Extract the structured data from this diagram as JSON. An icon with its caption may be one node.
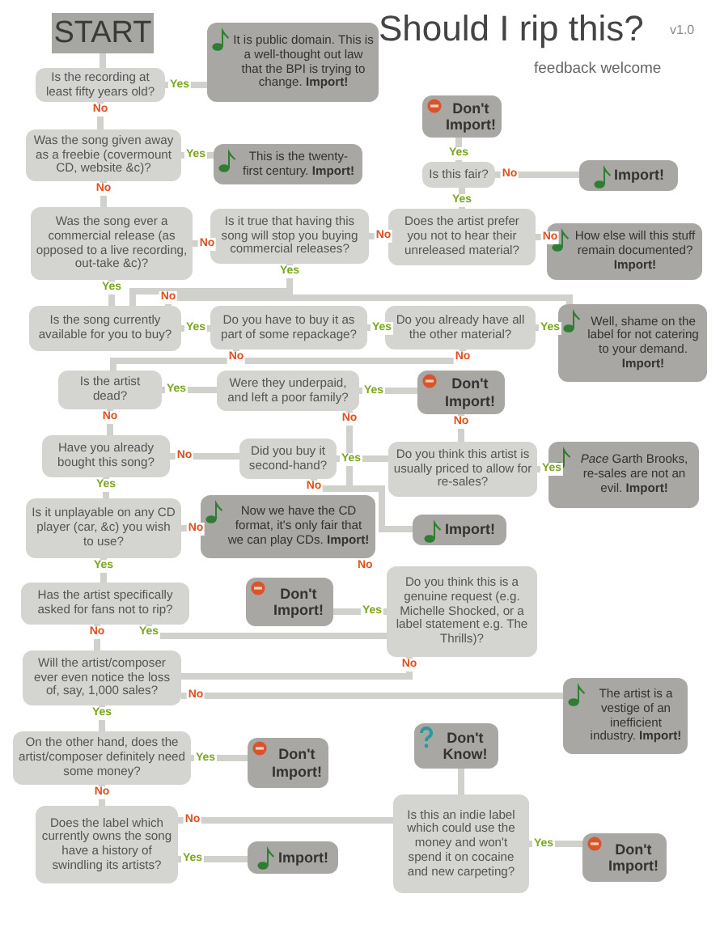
{
  "diagram": {
    "title": "Should I rip this?",
    "nodes": [
      {
        "text": [
          "START"
        ]
      },
      {
        "text": [
          "Is the recording at least fifty years old?"
        ]
      },
      {
        "text": [
          "It is public domain. This is a well-thought out law that the BPI is trying to change. **Import!**"
        ]
      },
      {
        "text": [
          "Was the song given away as a freebie (covermount CD, website &c)?"
        ]
      },
      {
        "text": [
          "This is the twenty-first century. **Import!**"
        ]
      },
      {
        "text": [
          "Was the song ever a commercial release (as opposed to a live recording, out-take &c)?"
        ]
      },
      {
        "text": [
          "Is it true that having this song will stop you buying commercial releases?"
        ]
      },
      {
        "text": [
          "Does the artist prefer you not to hear their unreleased material?"
        ]
      },
      {
        "text": [
          "Don't Import!"
        ]
      },
      {
        "text": [
          "Is this fair?"
        ]
      },
      {
        "text": [
          "Import!"
        ]
      },
      {
        "text": [
          "How else will this stuff remain documented? **Import!**"
        ]
      },
      {
        "text": [
          "Is the song currently available for you to buy?"
        ]
      },
      {
        "text": [
          "Do you have to buy it as part of some repackage?"
        ]
      },
      {
        "text": [
          "Do you already have all the other material?"
        ]
      },
      {
        "text": [
          "Well, shame on the label for not catering to your demand. **Import!**"
        ]
      },
      {
        "text": [
          "Is the artist dead?"
        ]
      },
      {
        "text": [
          "Were they underpaid, and left a poor family?"
        ]
      },
      {
        "text": [
          "Don't Import!"
        ]
      },
      {
        "text": [
          "Have you already bought this song?"
        ]
      },
      {
        "text": [
          "Did you buy it second-hand?"
        ]
      },
      {
        "text": [
          "Do you think this artist is usually priced to allow for re-sales?"
        ]
      },
      {
        "text": [
          "*Pace* Garth Brooks, re-sales are not an evil. **Import!**"
        ]
      },
      {
        "text": [
          "Is it unplayable on any CD player (car, &c) you wish to use?"
        ]
      },
      {
        "text": [
          "Now we have the CD format, it's only fair that we can play CDs. **Import!**"
        ]
      },
      {
        "text": [
          "Import!"
        ]
      },
      {
        "text": [
          "Has the artist specifically asked for fans not to rip?"
        ]
      },
      {
        "text": [
          "Don't Import!"
        ]
      },
      {
        "text": [
          "Do you think this is a genuine request (e.g. Michelle Shocked, or a label statement e.g. The Thrills)?"
        ]
      },
      {
        "text": [
          "Will the artist/composer ever even notice the loss of, say, 1,000 sales?"
        ]
      },
      {
        "text": [
          "The artist is a vestige of an inefficient industry. **Import!**"
        ]
      },
      {
        "text": [
          "On the other hand, does the artist/composer definitely need some money?"
        ]
      },
      {
        "text": [
          "Don't Import!"
        ]
      },
      {
        "text": [
          "Don't Know!"
        ]
      },
      {
        "text": [
          "Does the label which currently owns the song have a history of swindling its artists?"
        ]
      },
      {
        "text": [
          "Import!"
        ]
      },
      {
        "text": [
          "Is this an indie label which could use the money and won't spend it on cocaine and new carpeting?"
        ]
      },
      {
        "text": [
          "Don't Import!"
        ]
      }
    ],
    "edges": [
      {
        "from": 0,
        "to": 1,
        "arrow": "none"
      },
      {
        "from": 1,
        "to": 2,
        "arrow": "none",
        "label": "Yes"
      },
      {
        "from": 1,
        "to": 3,
        "arrow": "none",
        "label": "No"
      },
      {
        "from": 3,
        "to": 4,
        "arrow": "none",
        "label": "Yes"
      },
      {
        "from": 3,
        "to": 5,
        "arrow": "none",
        "label": "No"
      },
      {
        "from": 5,
        "to": 6,
        "arrow": "none",
        "label": "No"
      },
      {
        "from": 5,
        "to": 12,
        "arrow": "none",
        "label": "Yes"
      },
      {
        "from": 6,
        "to": 7,
        "arrow": "none",
        "label": "No"
      },
      {
        "from": 6,
        "to": 12,
        "arrow": "none",
        "label": "Yes"
      },
      {
        "from": 7,
        "to": 11,
        "arrow": "none",
        "label": "No"
      },
      {
        "from": 7,
        "to": 9,
        "arrow": "none",
        "label": "Yes"
      },
      {
        "from": 9,
        "to": 8,
        "arrow": "none",
        "label": "Yes"
      },
      {
        "from": 9,
        "to": 10,
        "arrow": "none",
        "label": "No"
      },
      {
        "from": 12,
        "to": 13,
        "arrow": "none",
        "label": "Yes"
      },
      {
        "from": 12,
        "to": 15,
        "arrow": "none",
        "label": "No"
      },
      {
        "from": 13,
        "to": 14,
        "arrow": "none",
        "label": "Yes"
      },
      {
        "from": 13,
        "to": 16,
        "arrow": "none",
        "label": "No"
      },
      {
        "from": 14,
        "to": 16,
        "arrow": "none",
        "label": "No"
      },
      {
        "from": 14,
        "to": 15,
        "arrow": "none",
        "label": "Yes"
      },
      {
        "from": 16,
        "to": 17,
        "arrow": "none",
        "label": "Yes"
      },
      {
        "from": 16,
        "to": 19,
        "arrow": "none",
        "label": "No"
      },
      {
        "from": 17,
        "to": 18,
        "arrow": "none",
        "label": "Yes"
      },
      {
        "from": 17,
        "to": 25,
        "arrow": "none",
        "label": "No"
      },
      {
        "from": 18,
        "to": 21,
        "arrow": "none",
        "label": "No"
      },
      {
        "from": 19,
        "to": 20,
        "arrow": "none",
        "label": "No"
      },
      {
        "from": 19,
        "to": 23,
        "arrow": "none",
        "label": "Yes"
      },
      {
        "from": 20,
        "to": 21,
        "arrow": "none",
        "label": "Yes"
      },
      {
        "from": 20,
        "to": 25,
        "arrow": "none",
        "label": "No"
      },
      {
        "from": 21,
        "to": 22,
        "arrow": "none",
        "label": "Yes"
      },
      {
        "from": 23,
        "to": 24,
        "arrow": "none",
        "label": "No"
      },
      {
        "from": 23,
        "to": 26,
        "arrow": "none",
        "label": "Yes"
      },
      {
        "from": 26,
        "to": 29,
        "arrow": "none",
        "label": "No"
      },
      {
        "from": 26,
        "to": 28,
        "arrow": "none",
        "label": "Yes"
      },
      {
        "from": 28,
        "to": 27,
        "arrow": "none",
        "label": "Yes"
      },
      {
        "from": 28,
        "to": 29,
        "arrow": "none",
        "label": "No"
      },
      {
        "from": 29,
        "to": 30,
        "arrow": "none",
        "label": "No"
      },
      {
        "from": 29,
        "to": 31,
        "arrow": "none",
        "label": "Yes"
      },
      {
        "from": 31,
        "to": 32,
        "arrow": "none",
        "label": "Yes"
      },
      {
        "from": 31,
        "to": 34,
        "arrow": "none",
        "label": "No"
      },
      {
        "from": 34,
        "to": 36,
        "arrow": "none",
        "label": "No"
      },
      {
        "from": 34,
        "to": 35,
        "arrow": "none",
        "label": "Yes"
      },
      {
        "from": 36,
        "to": 33,
        "arrow": "none"
      },
      {
        "from": 36,
        "to": 37,
        "arrow": "none",
        "label": "Yes"
      }
    ],
    "labels": [
      "v1.0",
      "feedback welcome",
      "No"
    ]
  }
}
